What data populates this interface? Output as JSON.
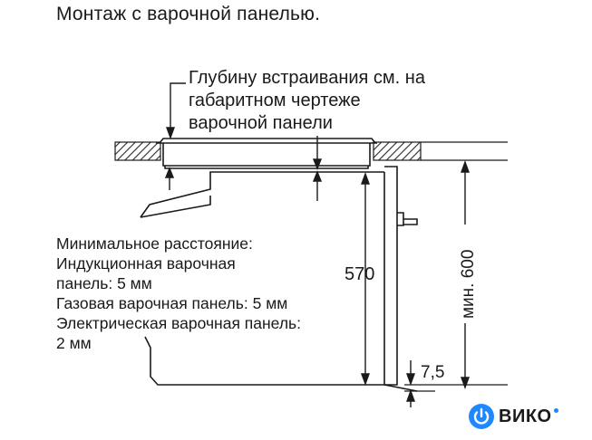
{
  "title": "Монтаж с варочной панелью.",
  "depth_note": {
    "lines": [
      "Глубину встраивания см. на",
      "габаритном чертеже",
      "варочной панели"
    ]
  },
  "min_distance_note": {
    "lines": [
      "Минимальное расстояние:",
      "Индукционная варочная",
      "панель: 5 мм",
      "Газовая варочная панель: 5 мм",
      "Электрическая варочная панель:",
      "2 мм"
    ]
  },
  "dimensions": {
    "oven_height": "570",
    "niche_height": "мин. 600",
    "bottom_gap": "7,5"
  },
  "logo": {
    "text": "ВИКО",
    "icon": "power-icon",
    "accent_color": "#1e88ff"
  },
  "colors": {
    "hatch": "#2b2b2b",
    "line": "#1a1a1a"
  }
}
